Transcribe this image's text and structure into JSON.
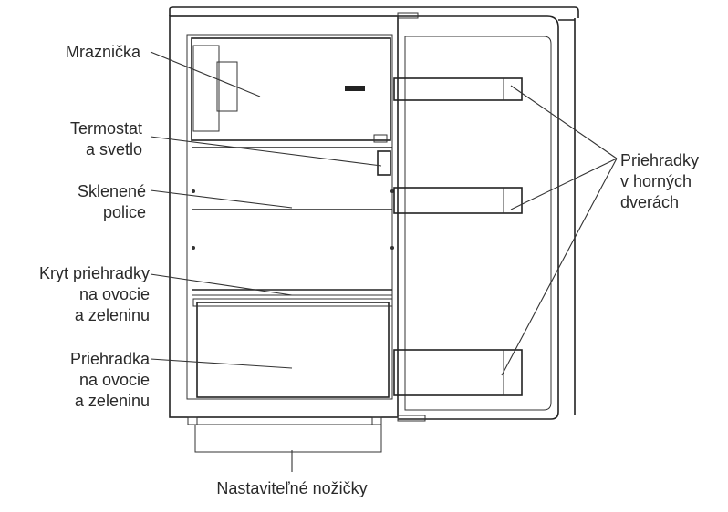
{
  "labels": {
    "freezer": [
      "Mraznička"
    ],
    "thermostat": [
      "Termostat",
      "a svetlo"
    ],
    "glass_shelves": [
      "Sklenené",
      "police"
    ],
    "crisper_cover": [
      "Kryt priehradky",
      "na ovocie",
      "a zeleninu"
    ],
    "crisper_drawer": [
      "Priehradka",
      "na ovocie",
      "a zeleninu"
    ],
    "door_shelves": [
      "Priehradky",
      "v horných",
      "dverách"
    ],
    "adjustable_feet": [
      "Nastaviteľné nožičky"
    ]
  },
  "colors": {
    "line": "#222222",
    "text": "#2a2a2a",
    "background": "#ffffff"
  }
}
